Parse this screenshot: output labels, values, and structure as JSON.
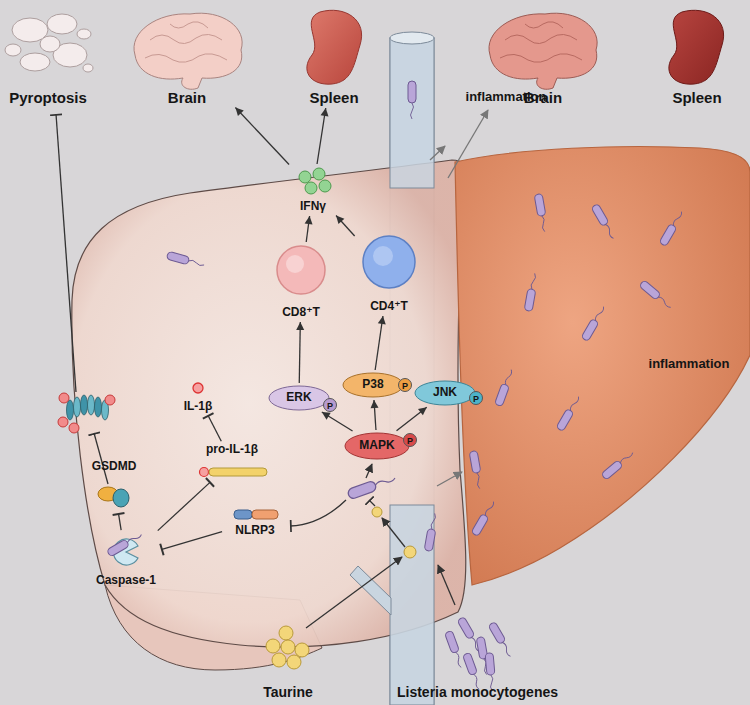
{
  "diagram": {
    "nodes": [
      {
        "text": [
          "Pyroptosis"
        ]
      },
      {
        "text": [
          "Brain"
        ]
      },
      {
        "text": [
          "Spleen"
        ]
      },
      {
        "text": [
          "Brain"
        ]
      },
      {
        "text": [
          "Spleen"
        ]
      },
      {
        "text": [
          "IFNγ"
        ]
      },
      {
        "text": [
          "CD8⁺T"
        ]
      },
      {
        "text": [
          "CD4⁺T"
        ]
      },
      {
        "text": [
          "ERK"
        ]
      },
      {
        "text": [
          "P38"
        ]
      },
      {
        "text": [
          "JNK"
        ]
      },
      {
        "text": [
          "MAPK"
        ]
      },
      {
        "text": [
          "IL-1β"
        ]
      },
      {
        "text": [
          "pro-IL-1β"
        ]
      },
      {
        "text": [
          "GSDMD"
        ]
      },
      {
        "text": [
          "Caspase-1"
        ]
      },
      {
        "text": [
          "NLRP3"
        ]
      },
      {
        "text": [
          "Taurine"
        ]
      },
      {
        "text": [
          "Listeria monocytogenes"
        ]
      }
    ],
    "edges": [
      {
        "from": 11,
        "to": 8,
        "arrow": "to"
      },
      {
        "from": 11,
        "to": 9,
        "arrow": "to"
      },
      {
        "from": 11,
        "to": 10,
        "arrow": "to"
      },
      {
        "from": 8,
        "to": 6,
        "arrow": "to"
      },
      {
        "from": 9,
        "to": 7,
        "arrow": "to"
      },
      {
        "from": 6,
        "to": 5,
        "arrow": "to"
      },
      {
        "from": 7,
        "to": 5,
        "arrow": "to"
      },
      {
        "from": 5,
        "to": 1,
        "arrow": "to"
      },
      {
        "from": 5,
        "to": 2,
        "arrow": "to"
      },
      {
        "from": 16,
        "to": 15,
        "arrow": "to"
      },
      {
        "from": 15,
        "to": 14,
        "arrow": "to"
      },
      {
        "from": 15,
        "to": 13,
        "arrow": "to"
      },
      {
        "from": 13,
        "to": 12,
        "arrow": "to"
      }
    ],
    "labels": [
      "inflammation",
      "inflammation",
      "P",
      "P",
      "P",
      "P"
    ]
  }
}
